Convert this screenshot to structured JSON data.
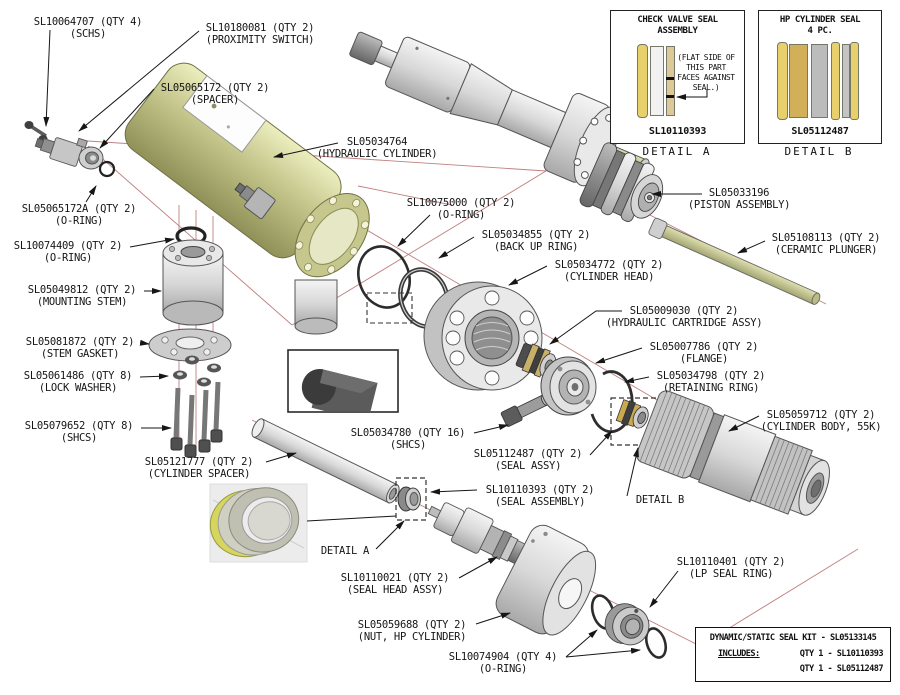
{
  "colors": {
    "centerline_red": "#c08080",
    "leader_black": "#161616",
    "olive_body": "#b9ba7e",
    "gold_seal": "#d9bd6a",
    "metal_gray": "#d9d9d9"
  },
  "labels": [
    {
      "id": "schs-top",
      "line1": "SL10064707 (QTY 4)",
      "line2": "(SCHS)"
    },
    {
      "id": "proximity-switch",
      "line1": "SL10180081 (QTY 2)",
      "line2": "(PROXIMITY SWITCH)"
    },
    {
      "id": "spacer",
      "line1": "SL05065172 (QTY 2)",
      "line2": "(SPACER)"
    },
    {
      "id": "hydraulic-cylinder",
      "line1": "SL05034764",
      "line2": "(HYDRAULIC CYLINDER)"
    },
    {
      "id": "o-ring-a",
      "line1": "SL05065172A (QTY 2)",
      "line2": "(O-RING)"
    },
    {
      "id": "o-ring-b",
      "line1": "SL10074409 (QTY 2)",
      "line2": "(O-RING)"
    },
    {
      "id": "mounting-stem",
      "line1": "SL05049812 (QTY 2)",
      "line2": "(MOUNTING STEM)"
    },
    {
      "id": "stem-gasket",
      "line1": "SL05081872 (QTY 2)",
      "line2": "(STEM GASKET)"
    },
    {
      "id": "lock-washer",
      "line1": "SL05061486 (QTY 8)",
      "line2": "(LOCK WASHER)"
    },
    {
      "id": "shcs-8",
      "line1": "SL05079652 (QTY 8)",
      "line2": "(SHCS)"
    },
    {
      "id": "cylinder-spacer",
      "line1": "SL05121777 (QTY 2)",
      "line2": "(CYLINDER SPACER)"
    },
    {
      "id": "o-ring-c",
      "line1": "SL10075000 (QTY 2)",
      "line2": "(O-RING)"
    },
    {
      "id": "back-up-ring",
      "line1": "SL05034855 (QTY 2)",
      "line2": "(BACK UP RING)"
    },
    {
      "id": "cylinder-head",
      "line1": "SL05034772 (QTY 2)",
      "line2": "(CYLINDER HEAD)"
    },
    {
      "id": "piston-assembly",
      "line1": "SL05033196",
      "line2": "(PISTON ASSEMBLY)"
    },
    {
      "id": "ceramic-plunger",
      "line1": "SL05108113 (QTY 2)",
      "line2": "(CERAMIC PLUNGER)"
    },
    {
      "id": "hydraulic-cartridge",
      "line1": "SL05009030 (QTY 2)",
      "line2": "(HYDRAULIC CARTRIDGE ASSY)"
    },
    {
      "id": "flange",
      "line1": "SL05007786 (QTY 2)",
      "line2": "(FLANGE)"
    },
    {
      "id": "retaining-ring",
      "line1": "SL05034798 (QTY 2)",
      "line2": "(RETAINING RING)"
    },
    {
      "id": "cylinder-body",
      "line1": "SL05059712 (QTY 2)",
      "line2": "(CYLINDER BODY, 55K)"
    },
    {
      "id": "shcs-16",
      "line1": "SL05034780 (QTY 16)",
      "line2": "(SHCS)"
    },
    {
      "id": "seal-assy",
      "line1": "SL05112487 (QTY 2)",
      "line2": "(SEAL ASSY)"
    },
    {
      "id": "seal-assembly",
      "line1": "SL10110393 (QTY 2)",
      "line2": "(SEAL ASSEMBLY)"
    },
    {
      "id": "detail-b-callout",
      "line1": "DETAIL B",
      "line2": ""
    },
    {
      "id": "detail-a-callout",
      "line1": "DETAIL A",
      "line2": ""
    },
    {
      "id": "seal-head-assy",
      "line1": "SL10110021 (QTY 2)",
      "line2": "(SEAL HEAD ASSY)"
    },
    {
      "id": "nut-hp-cylinder",
      "line1": "SL05059688 (QTY 2)",
      "line2": "(NUT, HP CYLINDER)"
    },
    {
      "id": "o-ring-d",
      "line1": "SL10074904 (QTY 4)",
      "line2": "(O-RING)"
    },
    {
      "id": "lp-seal-ring",
      "line1": "SL10110401 (QTY 2)",
      "line2": "(LP SEAL RING)"
    }
  ],
  "detail_a_view": {
    "title1": "CHECK VALVE SEAL",
    "title2": "ASSEMBLY",
    "note1": "(FLAT SIDE OF",
    "note2": "THIS PART",
    "note3": "FACES AGAINST",
    "note4": "SEAL.)",
    "part": "SL10110393",
    "caption": "DETAIL A"
  },
  "detail_b_view": {
    "title1": "HP CYLINDER SEAL",
    "title2": "4 PC.",
    "part": "SL05112487",
    "caption": "DETAIL B"
  },
  "seal_kit": {
    "title": "DYNAMIC/STATIC SEAL KIT - SL05133145",
    "includes_label": "INCLUDES:",
    "item1": "QTY 1 - SL10110393",
    "item2": "QTY 1 - SL05112487"
  }
}
